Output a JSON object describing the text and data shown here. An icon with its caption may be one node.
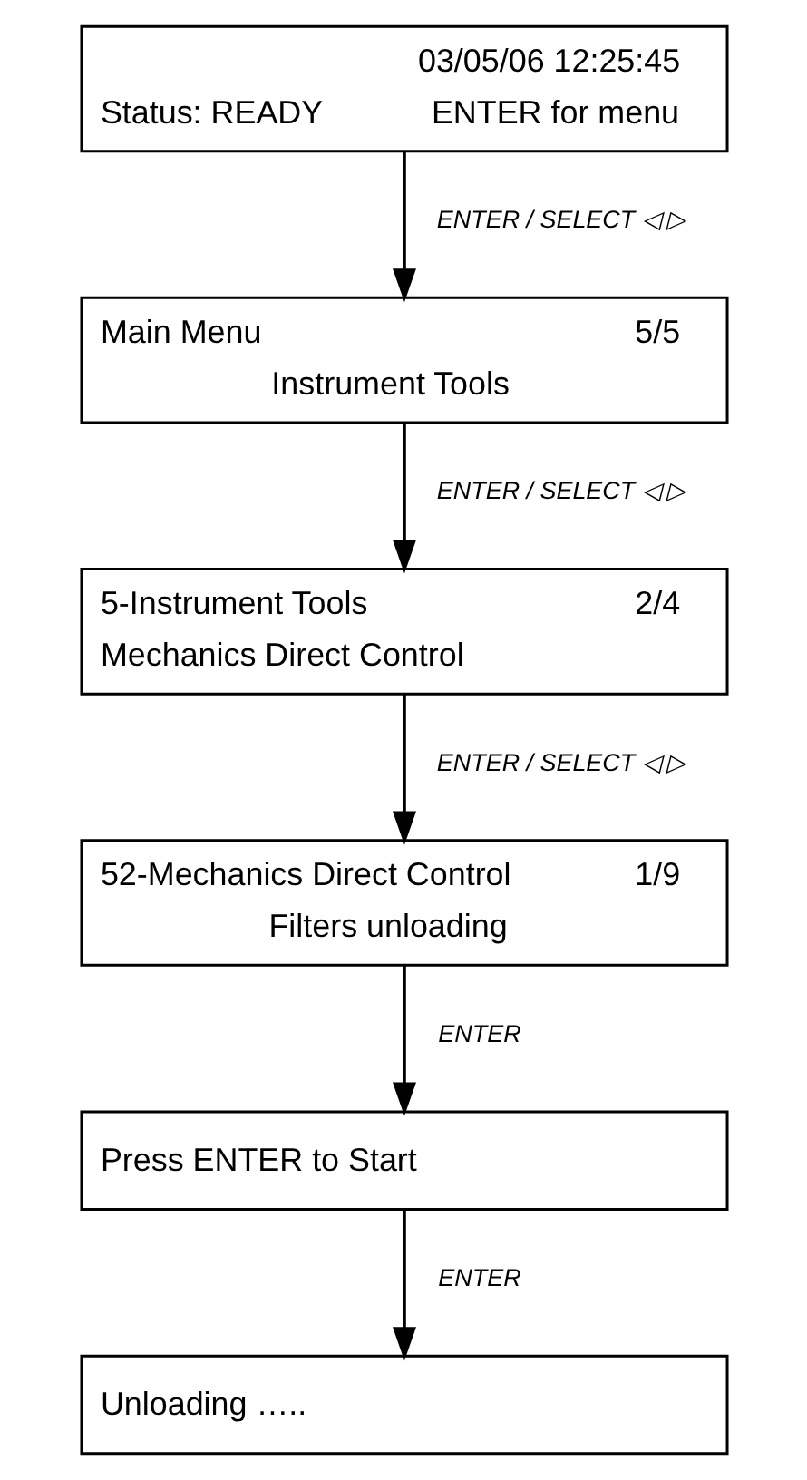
{
  "diagram": {
    "nodes": [
      {
        "text": [
          "03/05/06 12:25:45",
          "Status: READY",
          "ENTER for menu"
        ]
      },
      {
        "text": [
          "Main Menu",
          "5/5",
          "Instrument Tools"
        ]
      },
      {
        "text": [
          "5-Instrument Tools",
          "2/4",
          "Mechanics Direct Control"
        ]
      },
      {
        "text": [
          "52-Mechanics Direct Control",
          "1/9",
          "Filters unloading"
        ]
      },
      {
        "text": [
          "Press ENTER to Start"
        ]
      },
      {
        "text": [
          "Unloading ….."
        ]
      }
    ],
    "edges": [
      {
        "from": 0,
        "to": 1,
        "arrow": "to",
        "label": "ENTER / SELECT ◁ ▷"
      },
      {
        "from": 1,
        "to": 2,
        "arrow": "to",
        "label": "ENTER / SELECT ◁ ▷"
      },
      {
        "from": 2,
        "to": 3,
        "arrow": "to",
        "label": "ENTER / SELECT ◁ ▷"
      },
      {
        "from": 3,
        "to": 4,
        "arrow": "to",
        "label": "ENTER"
      },
      {
        "from": 4,
        "to": 5,
        "arrow": "to",
        "label": "ENTER"
      }
    ]
  }
}
